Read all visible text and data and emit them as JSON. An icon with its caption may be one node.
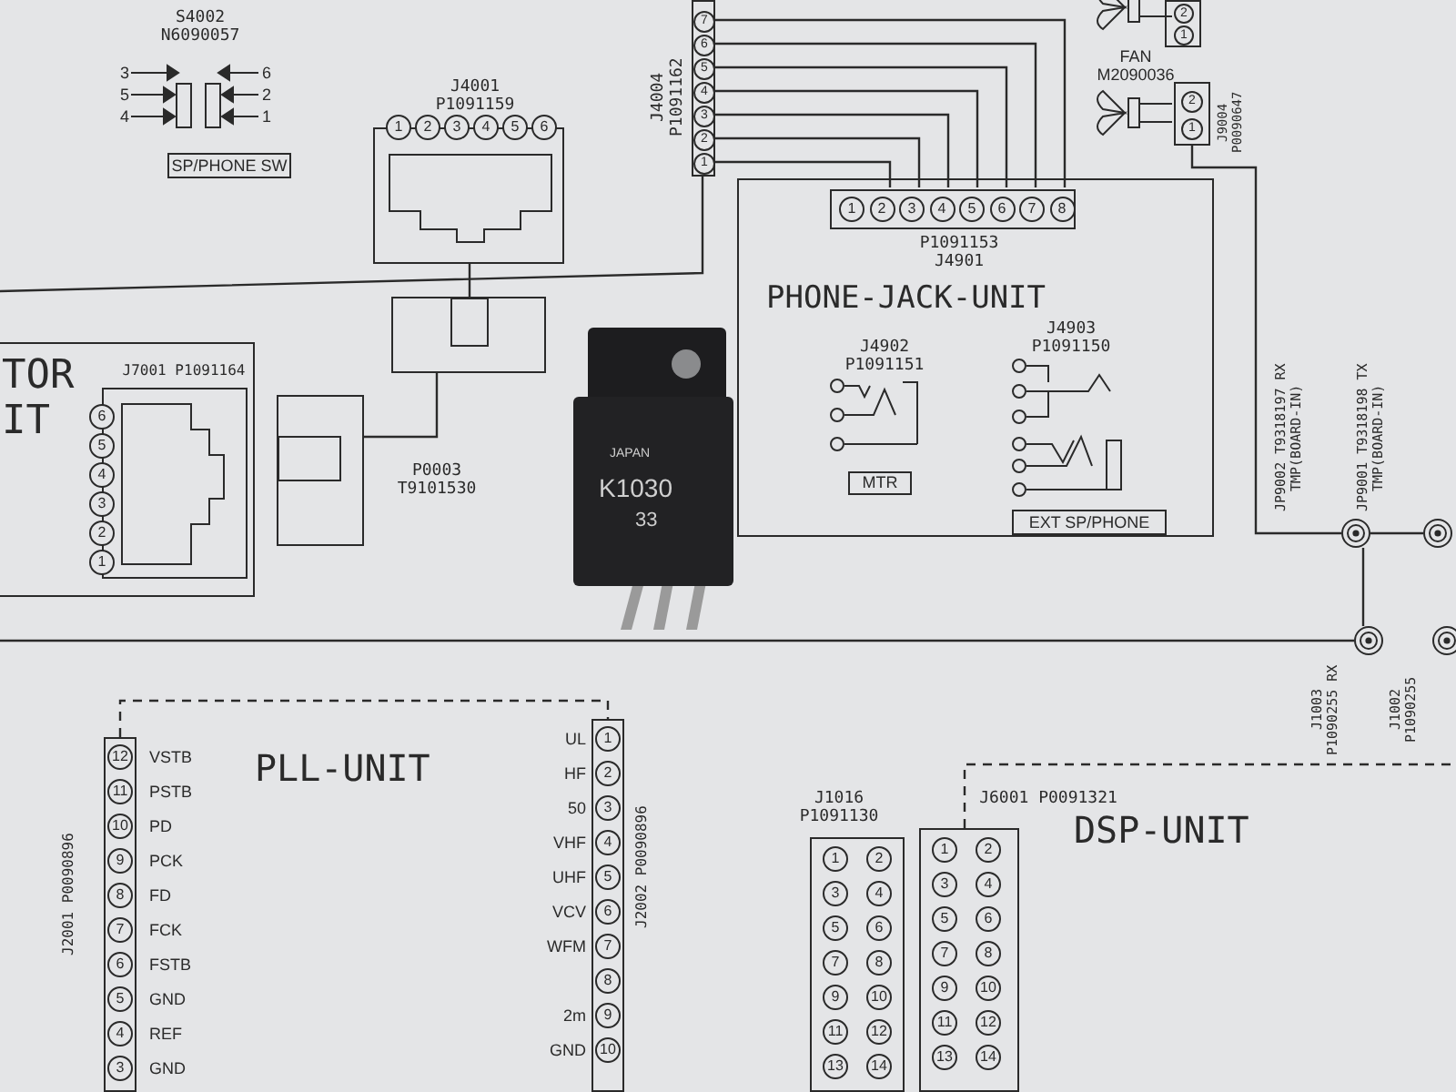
{
  "diagram": {
    "nodes": [
      {
        "text": [
          "S4002 N6090057",
          "3",
          "5",
          "4",
          "6",
          "2",
          "1"
        ]
      },
      {
        "text": [
          "SP/PHONE SW"
        ]
      },
      {
        "text": [
          "J4001 P1091159",
          "1",
          "2",
          "3",
          "4",
          "5",
          "6"
        ]
      },
      {
        "text": [
          "J4004 P1091162",
          "7",
          "6",
          "5",
          "4",
          "3",
          "2",
          "1"
        ]
      },
      {
        "text": [
          "2",
          "1"
        ]
      },
      {
        "text": [
          "J9004 P0090647",
          "2",
          "1"
        ],
        "beside": [
          "FAN M2090036"
        ]
      },
      {
        "text": [
          "PHONE-JACK-UNIT"
        ]
      },
      {
        "text": [
          "P1091153 J4901",
          "1",
          "2",
          "3",
          "4",
          "5",
          "6",
          "7",
          "8"
        ],
        "in": 6
      },
      {
        "text": [
          "J4902 P1091151"
        ],
        "in": 6
      },
      {
        "text": [
          "MTR"
        ],
        "in": 6
      },
      {
        "text": [
          "J4903 P1091150"
        ],
        "in": 6
      },
      {
        "text": [
          "EXT SP/PHONE"
        ],
        "in": 6
      },
      {
        "text": [
          "TOR IT"
        ]
      },
      {
        "text": [
          "J7001 P1091164",
          "6",
          "5",
          "4",
          "3",
          "2",
          "1"
        ],
        "in": 12
      },
      {
        "text": [],
        "shape": "box"
      },
      {
        "text": [
          "P0003 T9101530"
        ]
      },
      {
        "text": [
          "JP9002 T9318197 RX TMP(BOARD-IN)"
        ]
      },
      {
        "text": [
          "JP9001 T9318198 TX TMP(BOARD-IN)"
        ]
      },
      {
        "text": [
          "J1003 P1090255 RX"
        ]
      },
      {
        "text": [
          "J1002 P1090255"
        ]
      },
      {
        "text": [
          "JAPAN",
          "K1030",
          "33"
        ]
      },
      {
        "text": [
          "PLL-UNIT"
        ]
      },
      {
        "text": [
          "J2001 P0090896",
          "12",
          "11",
          "10",
          "9",
          "8",
          "7",
          "6",
          "5",
          "4",
          "3"
        ],
        "in": 21,
        "beside": [
          "VSTB",
          "PSTB",
          "PD",
          "PCK",
          "FD",
          "FCK",
          "FSTB",
          "GND",
          "REF",
          "GND"
        ]
      },
      {
        "text": [
          "J2002 P0090896",
          "1",
          "2",
          "3",
          "4",
          "5",
          "6",
          "7",
          "8",
          "9",
          "10"
        ],
        "in": 21,
        "beside": [
          "UL",
          "HF",
          "50",
          "VHF",
          "UHF",
          "VCV",
          "WFM",
          "2m",
          "GND"
        ]
      },
      {
        "text": [
          "J1016 P1091130",
          "1",
          "2",
          "3",
          "4",
          "5",
          "6",
          "7",
          "8",
          "9",
          "10",
          "11",
          "12",
          "13",
          "14"
        ]
      },
      {
        "text": [
          "DSP-UNIT"
        ]
      },
      {
        "text": [
          "J6001 P0091321",
          "1",
          "2",
          "3",
          "4",
          "5",
          "6",
          "7",
          "8",
          "9",
          "10",
          "11",
          "12",
          "13",
          "14"
        ],
        "in": 25
      }
    ],
    "edges": [
      {
        "from": 3,
        "to": 7,
        "arrow": "none"
      },
      {
        "from": 3,
        "to": 7,
        "arrow": "none"
      },
      {
        "from": 3,
        "to": 7,
        "arrow": "none"
      },
      {
        "from": 3,
        "to": 7,
        "arrow": "none"
      },
      {
        "from": 3,
        "to": 7,
        "arrow": "none"
      },
      {
        "from": 3,
        "to": 7,
        "arrow": "none"
      },
      {
        "from": 3,
        "to": 7,
        "arrow": "none"
      },
      {
        "from": 2,
        "to": 14,
        "arrow": "none"
      },
      {
        "from": 14,
        "to": 15,
        "arrow": "none"
      },
      {
        "from": 5,
        "to": 16,
        "arrow": "none"
      },
      {
        "from": null,
        "to": 18,
        "arrow": "none"
      },
      {
        "from": 16,
        "to": 18,
        "arrow": "none"
      },
      {
        "from": 16,
        "to": 17,
        "arrow": "none"
      },
      {
        "from": 22,
        "to": 23,
        "arrow": "none",
        "style": "dashed"
      },
      {
        "from": 26,
        "to": null,
        "arrow": "none",
        "style": "dashed"
      },
      {
        "from": 3,
        "to": null,
        "arrow": "none"
      }
    ]
  }
}
